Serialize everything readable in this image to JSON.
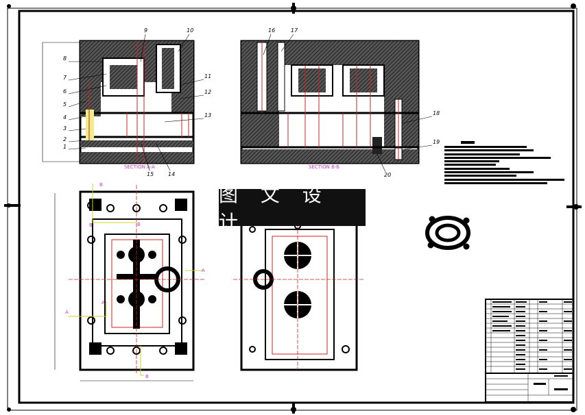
{
  "banner": {
    "text": "图 文 设 计"
  },
  "section_aa": {
    "label": "SECTION A-A"
  },
  "section_bb": {
    "label": "SECTION B-B"
  },
  "part_labels_left": [
    "8",
    "7",
    "6",
    "5",
    "4",
    "3",
    "2",
    "1"
  ],
  "part_labels_top": [
    "9",
    "10",
    "16",
    "17"
  ],
  "part_labels_right": [
    "11",
    "12",
    "13",
    "18",
    "19"
  ],
  "part_labels_bottom": [
    "15",
    "14",
    "20"
  ],
  "section_marks": {
    "a": "A",
    "b": "B"
  },
  "colors": {
    "line": "#000000",
    "center": "#d02020",
    "section": "#c040c0",
    "cut": "#d0d020",
    "hatch": "#333333"
  }
}
